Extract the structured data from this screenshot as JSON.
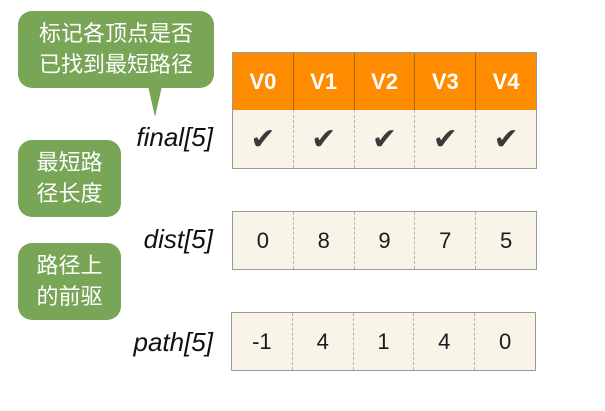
{
  "bubbles": [
    {
      "lines": [
        "标记各顶点是否",
        "已找到最短路径"
      ]
    },
    {
      "lines": [
        "最短路",
        "径长度"
      ]
    },
    {
      "lines": [
        "路径上",
        "的前驱"
      ]
    }
  ],
  "arrays": {
    "final": {
      "label": "final[5]",
      "values": [
        "✔",
        "✔",
        "✔",
        "✔",
        "✔"
      ]
    },
    "dist": {
      "label": "dist[5]",
      "values": [
        "0",
        "8",
        "9",
        "7",
        "5"
      ]
    },
    "path": {
      "label": "path[5]",
      "values": [
        "-1",
        "4",
        "1",
        "4",
        "0"
      ]
    }
  },
  "header": {
    "vertices": [
      "V0",
      "V1",
      "V2",
      "V3",
      "V4"
    ]
  },
  "colors": {
    "header": "#ff8c00",
    "cell": "#f8f4e8",
    "bubble": "#78a556",
    "check": "#3a3a3a"
  }
}
